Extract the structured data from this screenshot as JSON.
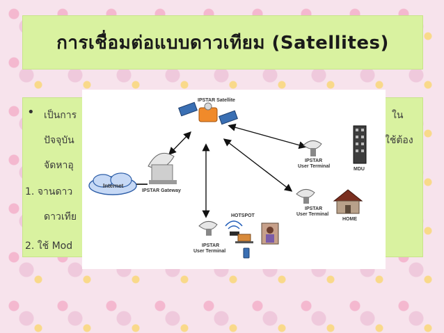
{
  "slide": {
    "title": "การเชื่อมต่อแบบดาวเทียม (Satellites)",
    "bullet_line1_left": "เป็นการ",
    "bullet_line1_right": "ใน",
    "line2_left": "ปัจจุบัน",
    "line2_right": "ใช้ต้อง",
    "line3_left": "จัดหาอุ",
    "item1_left": "1. จานดาว",
    "item1_line2_left": "ดาวเทีย",
    "item2_left": "2. ใช้ Mod"
  },
  "diagram": {
    "satellite_label": "IPSTAR Satellite",
    "internet_label": "Internet",
    "gateway_label": "IPSTAR Gateway",
    "terminal1_label": [
      "IPSTAR",
      "User Terminal"
    ],
    "mdu_label": "MDU",
    "terminal2_label": [
      "IPSTAR",
      "User Terminal"
    ],
    "home_label": "HOME",
    "hotspot_label": "HOTSPOT",
    "terminal3_label": [
      "IPSTAR",
      "User Terminal"
    ]
  }
}
